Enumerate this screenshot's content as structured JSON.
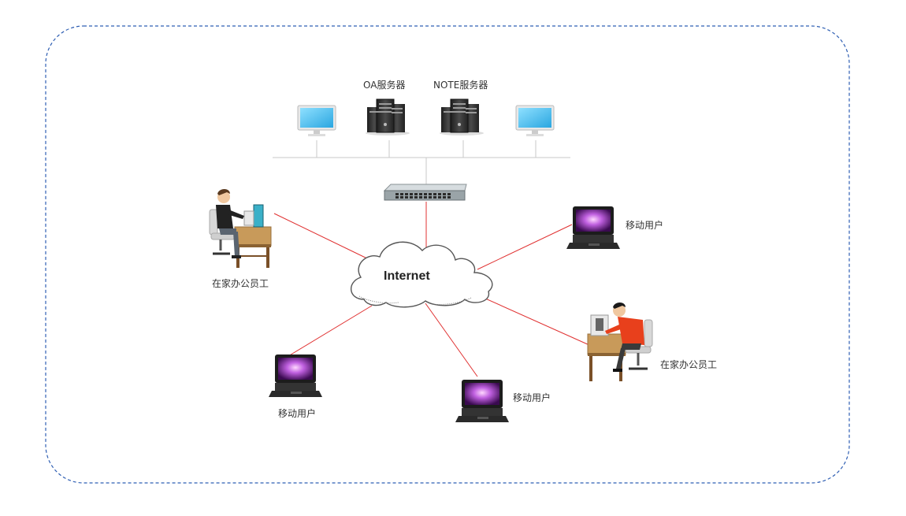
{
  "labels": {
    "oa_server": "OA服务器",
    "note_server": "NOTE服务器",
    "internet": "Internet",
    "home_worker_left": "在家办公员工",
    "home_worker_right": "在家办公员工",
    "mobile_user_right": "移动用户",
    "mobile_user_bottom_left": "移动用户",
    "mobile_user_bottom_center": "移动用户"
  },
  "colors": {
    "frame_border": "#2f5fb3",
    "link_line": "#e03030",
    "lan_line": "#c8c8c8",
    "monitor_screen": "#5bc8f0",
    "server_body": "#3a3a3a",
    "switch_body": "#b8c0c4",
    "laptop_screen": "#b04ad0",
    "person_left_shirt": "#222222",
    "person_right_shirt": "#e8401c",
    "desk": "#c89a5a"
  },
  "icons": {
    "monitor": "monitor-icon",
    "server": "server-icon",
    "switch": "network-switch-icon",
    "cloud": "cloud-icon",
    "laptop": "laptop-icon",
    "home_worker": "home-worker-icon"
  }
}
